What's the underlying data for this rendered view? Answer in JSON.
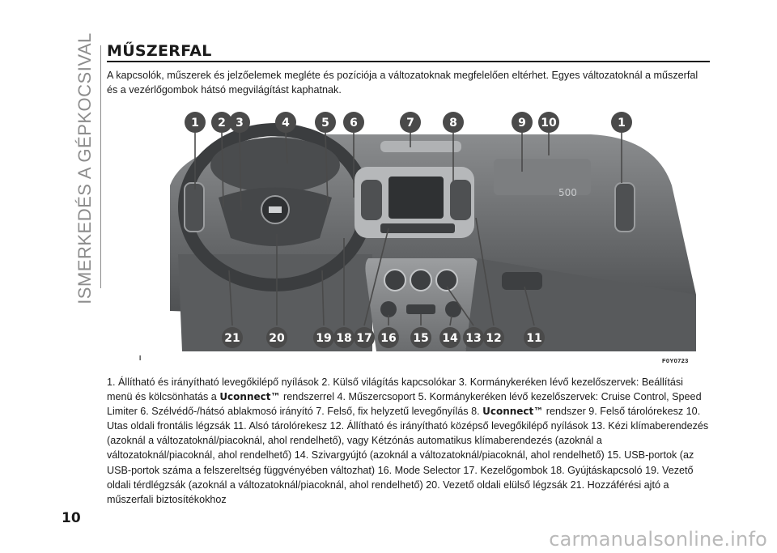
{
  "side_tab": "ISMERKEDÉS A GÉPKOCSIVAL",
  "title": "MŰSZERFAL",
  "intro": "A kapcsolók, műszerek és jelzőelemek megléte és pozíciója a változatoknak megfelelően eltérhet. Egyes változatoknál a műszerfal és a vezérlőgombok hátsó megvilágítást kaphatnak.",
  "figure": {
    "callouts_top": [
      "1",
      "2",
      "3",
      "4",
      "5",
      "6",
      "7",
      "8",
      "9",
      "10",
      "1"
    ],
    "callouts_bottom": [
      "21",
      "20",
      "19",
      "18",
      "17",
      "16",
      "15",
      "14",
      "13",
      "12",
      "11"
    ],
    "label_left": "l",
    "label_right": "F0Y0723",
    "colors": {
      "callout": "#4a4a4a",
      "dashboard": "#6e7072",
      "dark": "#3d3f41",
      "light": "#a9abad"
    }
  },
  "legend": {
    "part1": "1. Állítható és irányítható levegőkilépő nyílások 2. Külső világítás kapcsolókar 3. Kormánykeréken lévő kezelőszervek: Beállítási menü és kölcsönhatás a ",
    "brand1": "Uconnect™",
    "part2": " rendszerrel 4. Műszercsoport 5. Kormánykeréken lévő kezelőszervek: Cruise Control, Speed Limiter 6. Szélvédő-/hátsó ablakmosó irányító 7. Felső, fix helyzetű levegőnyílás 8. ",
    "brand2": "Uconnect™",
    "part3": " rendszer 9. Felső tárolórekesz 10. Utas oldali frontális légzsák 11. Alsó tárolórekesz 12. Állítható és irányítható középső levegőkilépő nyílások 13. Kézi klímaberendezés (azoknál a változatoknál/piacoknál, ahol rendelhető), vagy Kétzónás automatikus klímaberendezés (azoknál a változatoknál/piacoknál, ahol rendelhető) 14. Szivargyújtó (azoknál a változatoknál/piacoknál, ahol rendelhető) 15. USB-portok (az USB-portok száma a felszereltség függvényében változhat) 16. Mode Selector 17. Kezelőgombok 18. Gyújtáskapcsoló 19. Vezető oldali térdlégzsák (azoknál a változatoknál/piacoknál, ahol rendelhető) 20. Vezető oldali elülső légzsák 21. Hozzáférési ajtó a műszerfali biztosítékokhoz"
  },
  "page_number": "10",
  "watermark": "carmanualsonline.info"
}
